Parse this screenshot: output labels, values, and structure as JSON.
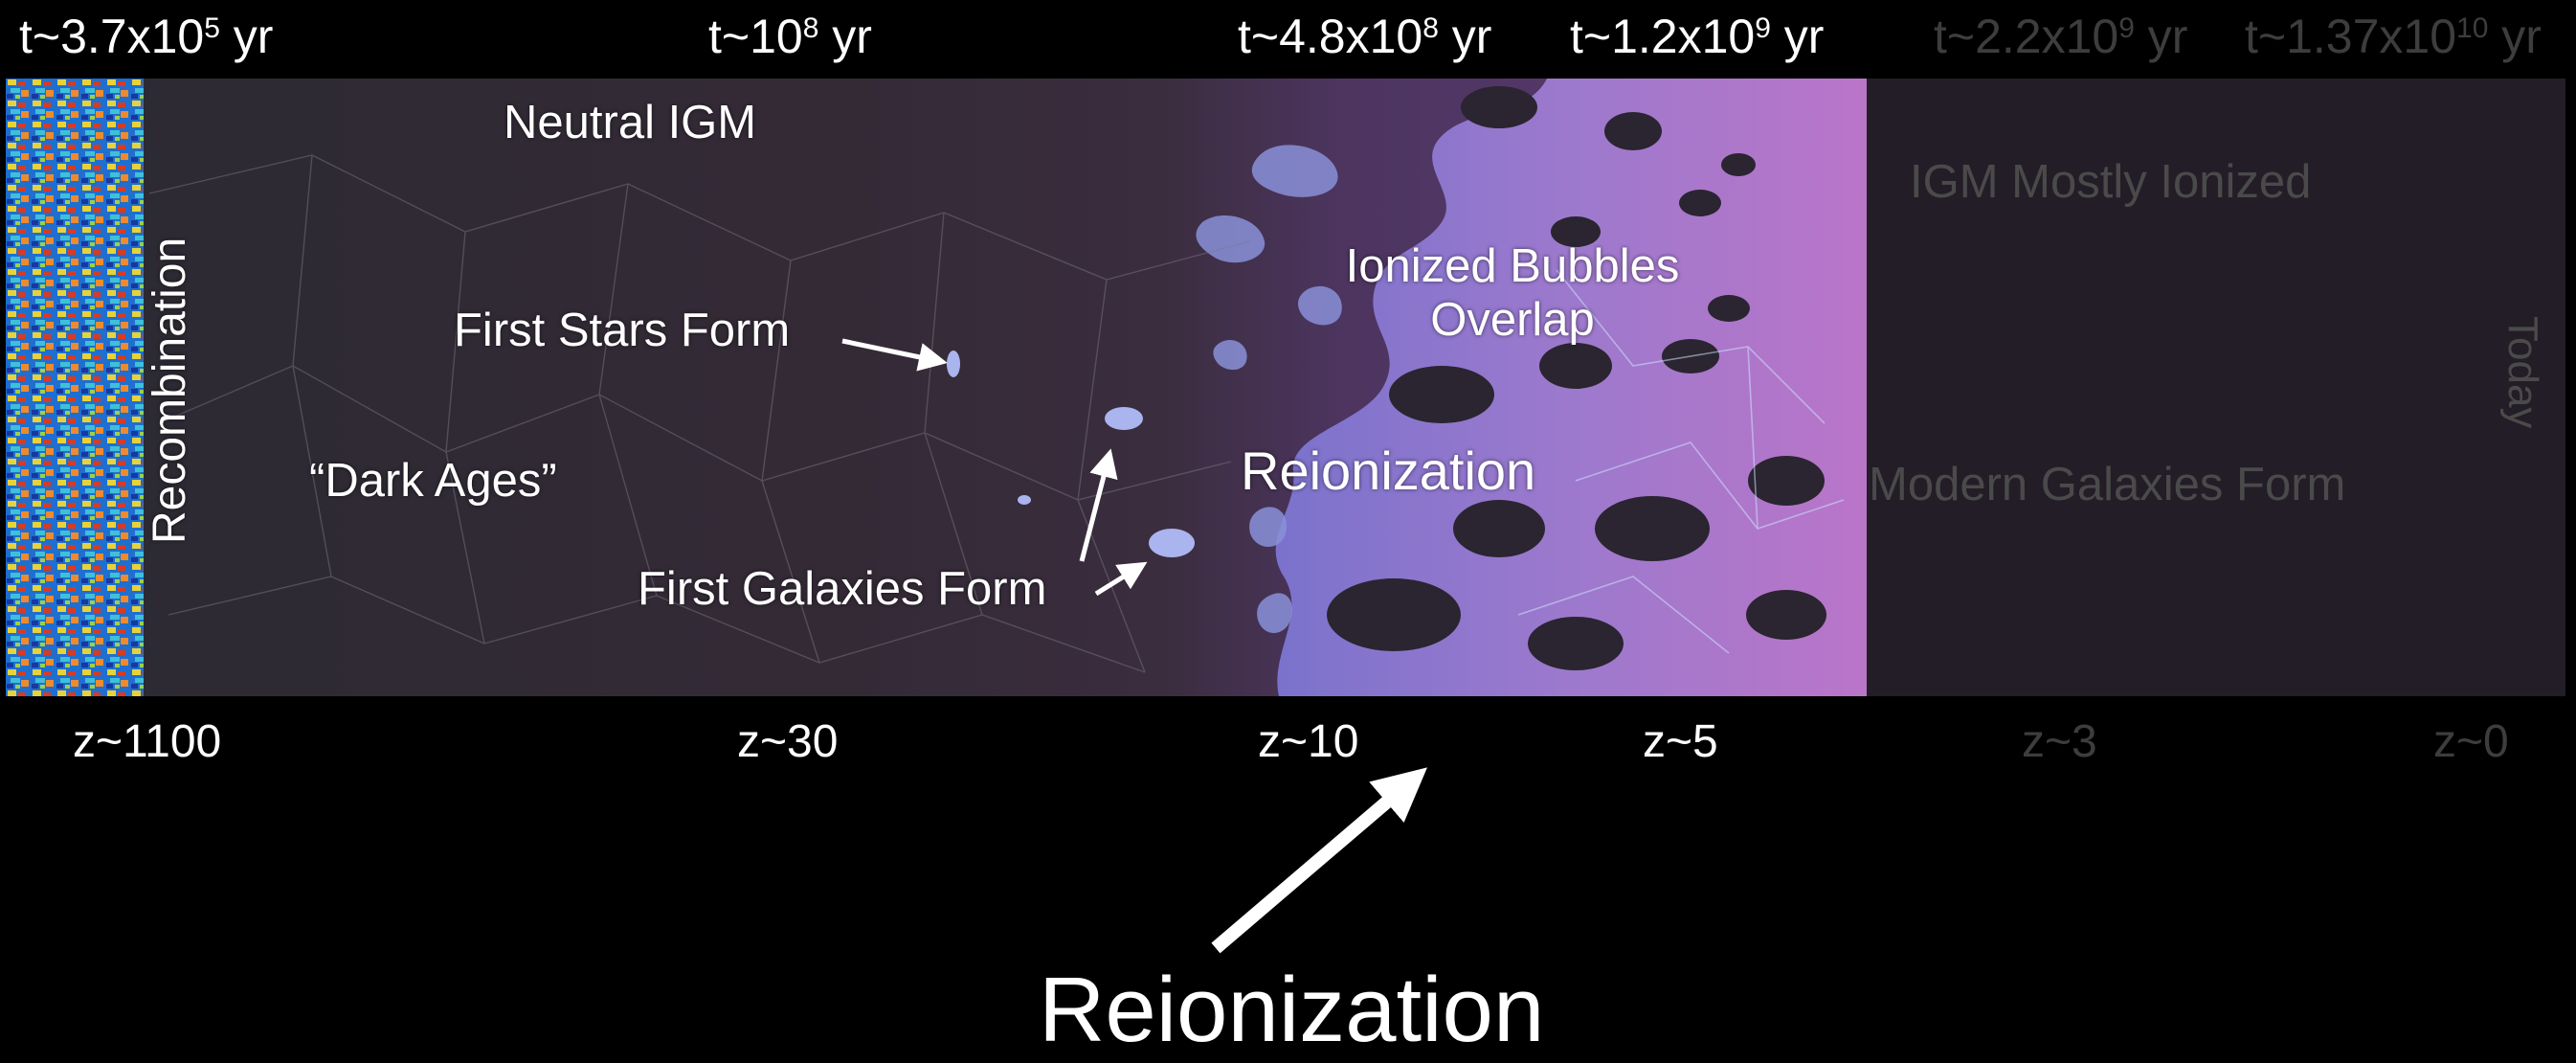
{
  "colors": {
    "background": "#000000",
    "strip_dark": "#2e2733",
    "strip_ionized": "#b07ed6",
    "bubble": "#8f9fe3",
    "dim_text": "#4a4a4a",
    "arrow": "#ffffff"
  },
  "top_times": [
    {
      "prefix": "t~3.7x10",
      "exp": "5",
      "suffix": " yr"
    },
    {
      "prefix": "t~10",
      "exp": "8",
      "suffix": " yr"
    },
    {
      "prefix": "t~4.8x10",
      "exp": "8",
      "suffix": " yr"
    },
    {
      "prefix": "t~1.2x10",
      "exp": "9",
      "suffix": " yr"
    },
    {
      "prefix": "t~2.2x10",
      "exp": "9",
      "suffix": " yr"
    },
    {
      "prefix": "t~1.37x10",
      "exp": "10",
      "suffix": " yr"
    }
  ],
  "redshifts": [
    "z~1100",
    "z~30",
    "z~10",
    "z~5",
    "z~3",
    "z~0"
  ],
  "labels": {
    "recombination": "Recombination",
    "neutral_igm": "Neutral IGM",
    "first_stars": "First Stars Form",
    "dark_ages": "“Dark Ages”",
    "first_galaxies": "First Galaxies Form",
    "bubbles_line1": "Ionized Bubbles",
    "bubbles_line2": "Overlap",
    "reionization_strip": "Reionization",
    "igm_ionized": "IGM Mostly Ionized",
    "modern_galaxies": "Modern Galaxies Form",
    "today": "Today"
  },
  "headline": "Reionization"
}
